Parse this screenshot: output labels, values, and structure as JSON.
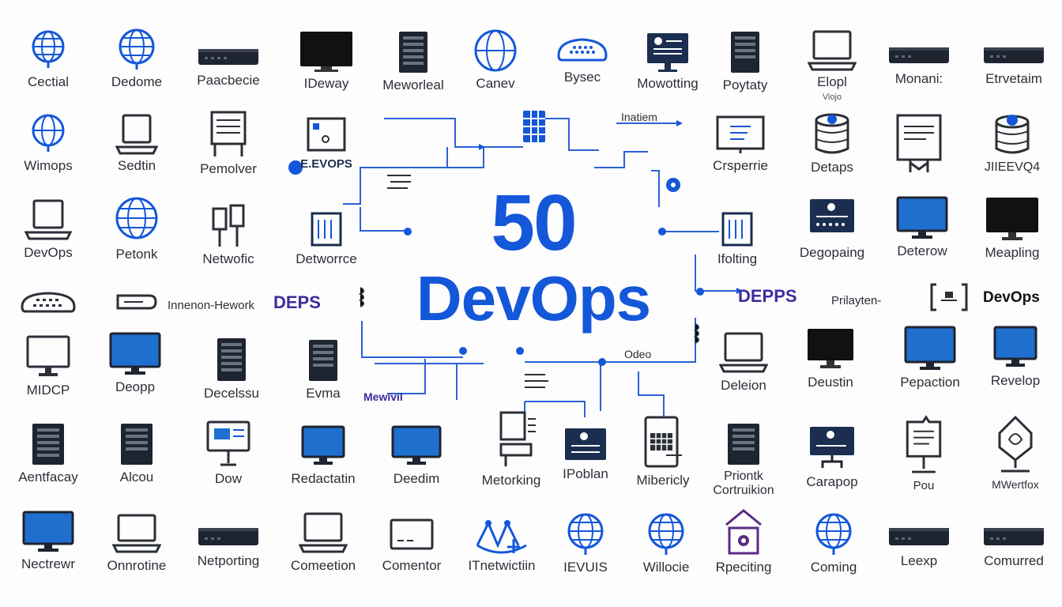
{
  "title": {
    "number": "50",
    "word": "DevOps"
  },
  "colors": {
    "accent": "#1457d9",
    "dark": "#1e2430",
    "purple": "#3b2d9e",
    "line": "#2b62d8"
  },
  "labels": {
    "r1": [
      "Cectial",
      "Dedome",
      "Paacbecie",
      "IDeway",
      "Meworleal",
      "Canev",
      "Bysec",
      "Mowotting",
      "Poytaty",
      "Elopl",
      "Monani:",
      "Etrvetaim"
    ],
    "r1_sub_elopl": "Viojo",
    "r2": [
      "Wimops",
      "Sedtin",
      "Pemolver",
      "E.EVOPS",
      "Crsperrie",
      "Detaps",
      "JIIEEVQ4"
    ],
    "r3": [
      "DevOps",
      "Petonk",
      "Netwofic",
      "Detworrce",
      "Ifolting",
      "Degopaing",
      "Deterow",
      "Meapling"
    ],
    "r4": [
      "Innenon-Hework",
      "DEPS",
      "DEPPS",
      "Prilayten-",
      "DevOps"
    ],
    "r5": [
      "MIDCP",
      "Deopp",
      "Decelssu",
      "Evma",
      "Deleion",
      "Deustin",
      "Pepaction",
      "Revelop"
    ],
    "r6": [
      "Aentfacay",
      "Alcou",
      "Dow",
      "Redactatin",
      "Deedim",
      "Metorking",
      "IPoblan",
      "Mibericly",
      "Priontk Cortruikion",
      "Carapop",
      "Pou",
      "MWertfox"
    ],
    "r7": [
      "Nectrewr",
      "Onnrotine",
      "Netporting",
      "Comeetion",
      "Comentor",
      "ITnetwictiin",
      "IEVUIS",
      "Willocie",
      "Rpeciting",
      "Coming",
      "Leexp",
      "Comurred"
    ],
    "center": {
      "inatiem": "Inatiem",
      "odeo": "Odeo",
      "mewivil": "Mewivil"
    }
  },
  "icons": {
    "globe": "globe-icon",
    "router": "router-icon",
    "monitor": "monitor-icon",
    "server": "server-rack-icon",
    "laptop": "laptop-icon",
    "database": "database-icon",
    "document": "document-icon",
    "cloud": "cloud-icon"
  }
}
